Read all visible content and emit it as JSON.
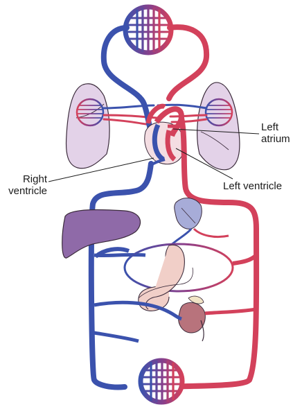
{
  "labels": {
    "left_atrium": {
      "line1": "Left",
      "line2": "atrium"
    },
    "right_ventricle": {
      "line1": "Right",
      "line2": "ventricle"
    },
    "left_ventricle": "Left ventricle"
  },
  "colors": {
    "artery": "#d3415b",
    "vein": "#3b52ad",
    "lung": "#e3d2e8",
    "liver": "#8f6aa8",
    "spleen": "#a7acd8",
    "stomach": "#f1cfc8",
    "kidney": "#b8737c",
    "heart_sac": "#f4dde2"
  }
}
